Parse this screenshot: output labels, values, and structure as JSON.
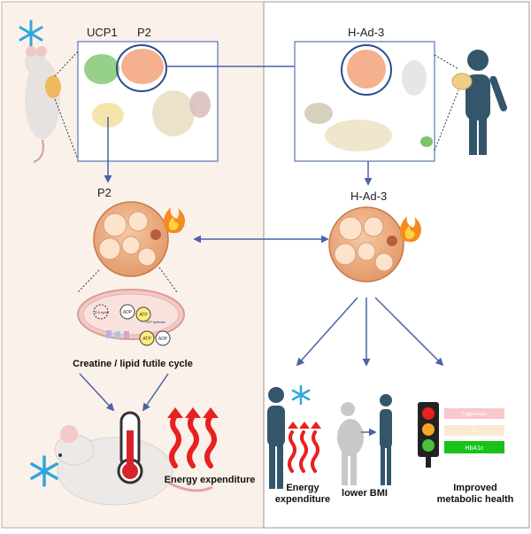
{
  "left_panel": {
    "umap_labels": {
      "ucp1": "UCP1",
      "p2": "P2"
    },
    "adipocyte_title": "P2",
    "mito_labels": {
      "tca": "TCA cycle",
      "adp1": "ADP",
      "atp1": "ATP",
      "atp_synthase": "ATP synthase",
      "atp2": "ATP",
      "adp2": "ADP"
    },
    "mechanism_caption": "Creatine / lipid futile cycle",
    "energy_caption": "Energy expenditure"
  },
  "right_panel": {
    "umap_label": "H-Ad-3",
    "adipocyte_title": "H-Ad-3",
    "outcome_energy": "Energy expenditure",
    "outcome_bmi": "lower BMI",
    "outcome_metabolic": "Improved metabolic health",
    "bars": {
      "triglycerides": "Triglycerides",
      "ldl": "LDL",
      "hba1c": "HbA1c"
    }
  },
  "colors": {
    "left_bg": "#faf1ea",
    "arrow": "#4a62a6",
    "person": "#34566b",
    "person_grey": "#c8c8c8",
    "fat_cell": "#f2b48a",
    "snow": "#2fa7dd",
    "heat": "#e8201f"
  }
}
